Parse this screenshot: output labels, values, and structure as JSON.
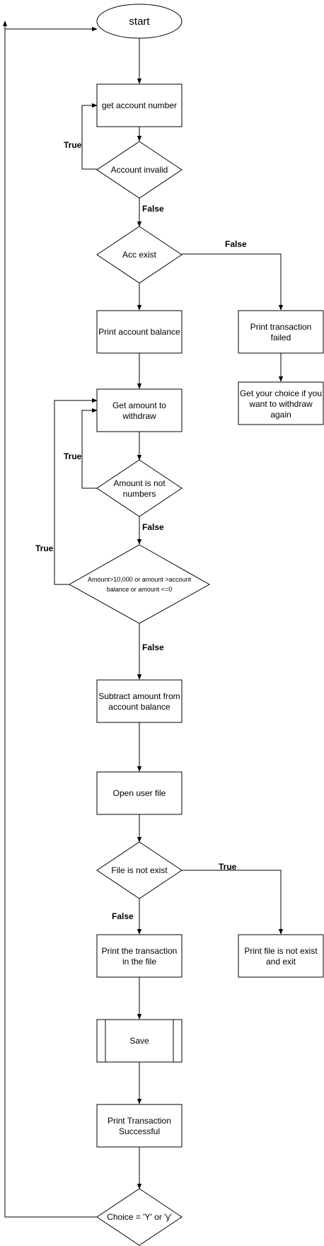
{
  "nodes": {
    "start": "start",
    "get_account_number": "get account number",
    "account_invalid": "Account invalid",
    "acc_exist": "Acc exist",
    "print_account_balance": "Print account balance",
    "print_transaction_failed_1": "Print transaction",
    "print_transaction_failed_2": "failed",
    "get_choice_1": "Get your choice if you",
    "get_choice_2": "want to withdraw",
    "get_choice_3": "again",
    "get_amount_1": "Get amount to",
    "get_amount_2": "withdraw",
    "amount_not_numbers_1": "Amount is not",
    "amount_not_numbers_2": "numbers",
    "amount_check_1": "Amount>10,000 or amount >account",
    "amount_check_2": "balance or amount <=0",
    "subtract_1": "Subtract amount from",
    "subtract_2": "account balance",
    "open_user_file": "Open user file",
    "file_not_exist": "File is not exist",
    "print_transaction_file_1": "Print the transaction",
    "print_transaction_file_2": "in the file",
    "print_file_not_exist_1": "Print file is not exist",
    "print_file_not_exist_2": "and exit",
    "save": "Save",
    "print_success_1": "Print Transaction",
    "print_success_2": "Successful",
    "choice": "Choice = 'Y' or 'y'"
  },
  "edge_labels": {
    "account_invalid_true": "True",
    "account_invalid_false": "False",
    "acc_exist_false": "False",
    "amount_not_numbers_true": "True",
    "amount_not_numbers_false": "False",
    "amount_check_true": "True",
    "amount_check_false": "False",
    "file_not_exist_true": "True",
    "file_not_exist_false": "False"
  }
}
